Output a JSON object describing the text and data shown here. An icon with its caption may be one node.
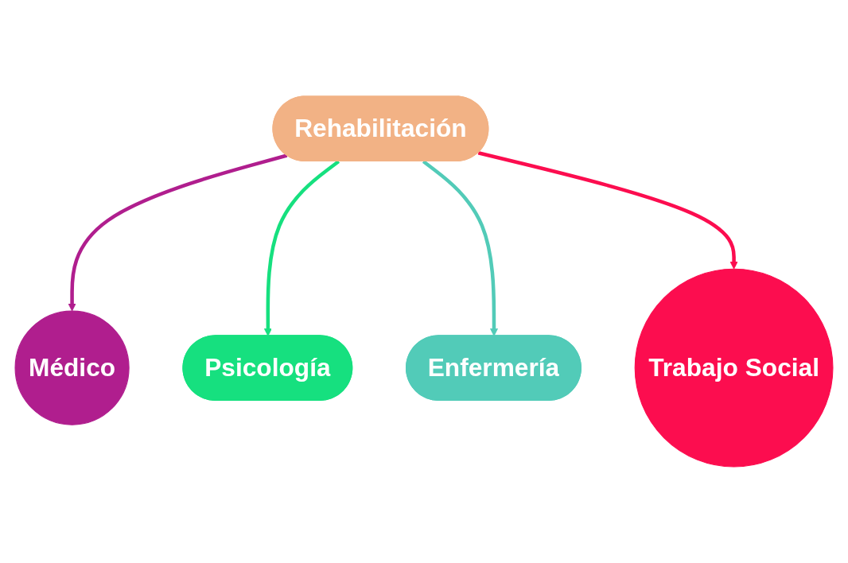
{
  "diagram": {
    "nodes": [
      {
        "text": [
          "Rehabilitación"
        ]
      },
      {
        "text": [
          "Médico"
        ]
      },
      {
        "text": [
          "Psicología"
        ]
      },
      {
        "text": [
          "Enfermería"
        ]
      },
      {
        "text": [
          "Trabajo Social"
        ]
      }
    ],
    "edges": [
      {
        "from": 0,
        "to": 1,
        "arrow": "to",
        "color": "#b01e8e"
      },
      {
        "from": 0,
        "to": 2,
        "arrow": "to",
        "color": "#16e07f"
      },
      {
        "from": 0,
        "to": 3,
        "arrow": "to",
        "color": "#52cbb8"
      },
      {
        "from": 0,
        "to": 4,
        "arrow": "to",
        "color": "#fc0d4f"
      }
    ]
  }
}
